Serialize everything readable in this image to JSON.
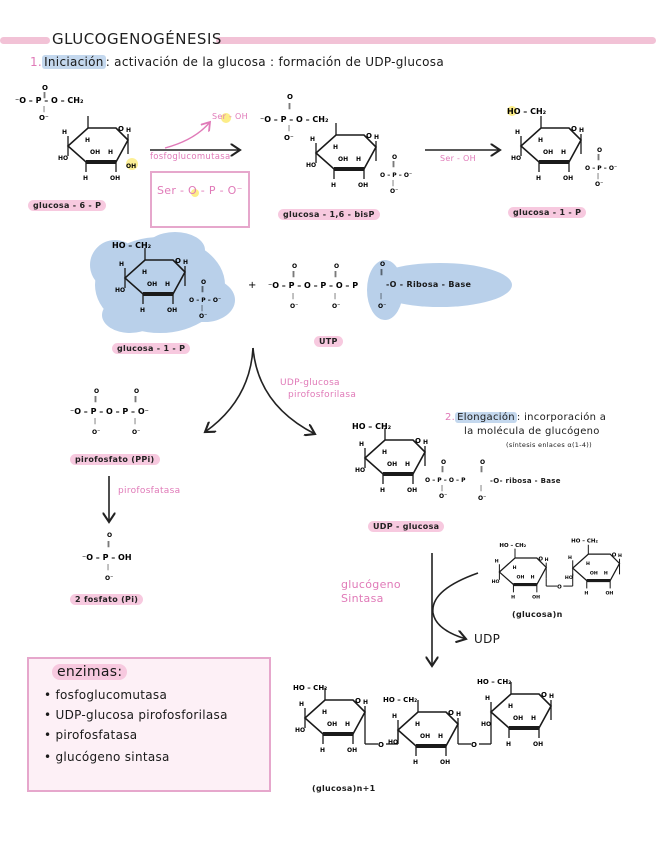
{
  "title": "GLUCOGENOGÉNESIS",
  "step1": {
    "number": "1.",
    "heading": "Iniciación",
    "text": ": activación de la glucosa : formación de UDP-glucosa"
  },
  "step2": {
    "number": "2.",
    "heading": "Elongación",
    "text_line1": ": incorporación a",
    "text_line2": "la molécula de glucógeno",
    "text_line3": "(síntesis enlaces α(1-4))"
  },
  "molecules": {
    "g6p": "glucosa - 6 - P",
    "g16bp": "glucosa - 1,6 - bisP",
    "g1p_top": "glucosa - 1 - P",
    "g1p_mid": "glucosa - 1 - P",
    "utp": "UTP",
    "ppi": "pirofosfato (PPi)",
    "pi": "2 fosfato (Pi)",
    "udpglc": "UDP - glucosa",
    "glucose_n": "(glucosa)n",
    "glucose_n1": "(glucosa)n+1",
    "udp": "UDP"
  },
  "utp_chain": {
    "tail": "-O - Ribosa - Base"
  },
  "udpglc_chain": {
    "tail": "-O- ribosa - Base"
  },
  "annotations": {
    "ser_oh_1": "Ser - OH",
    "ser_oh_2": "Ser - OH",
    "enzyme_pgm": "fosfoglucomutasa",
    "enzyme_udpgp_1": "UDP-glucosa",
    "enzyme_udpgp_2": "pirofosforilasa",
    "enzyme_ppase": "pirofosfatasa",
    "enzyme_gs_1": "glucógeno",
    "enzyme_gs_2": "Sintasa",
    "ser_box": "Ser - O - P - O⁻"
  },
  "enzymes": {
    "title": "enzimas:",
    "items": [
      "fosfoglucomutasa",
      "UDP-glucosa pirofosforilasa",
      "pirofosfatasa",
      "glucógeno sintasa"
    ]
  },
  "colors": {
    "pink_highlight": "#f7c9df",
    "pink_text": "#e07ab8",
    "blue_highlight": "#b9d0ea",
    "yellow_highlight": "#fbe86a"
  }
}
